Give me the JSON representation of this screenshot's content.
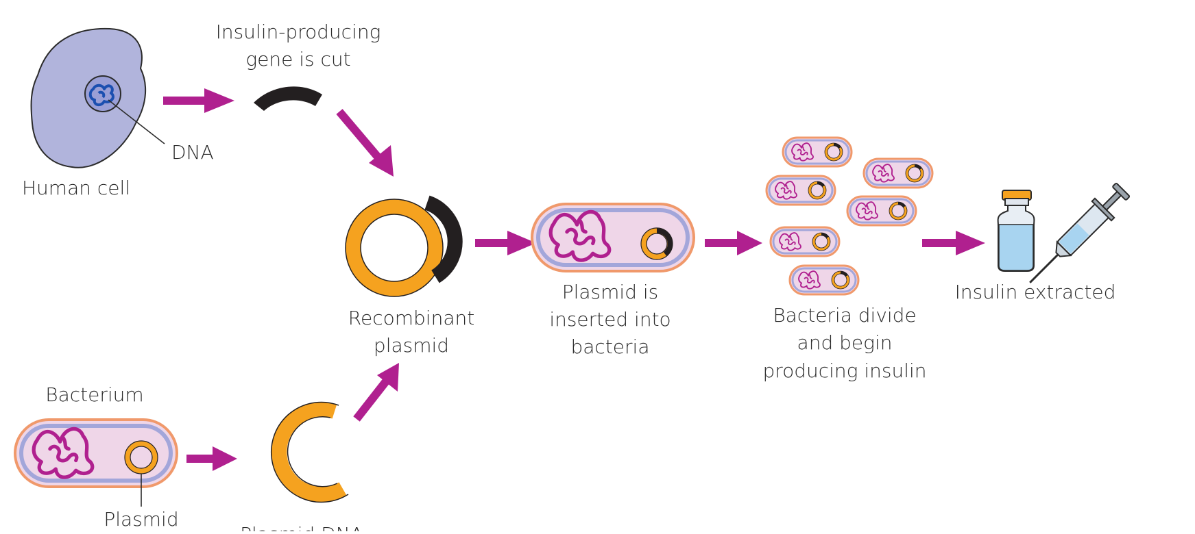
{
  "labels": {
    "human_cell": "Human cell",
    "dna": "DNA",
    "gene_cut_line1": "Insulin-producing",
    "gene_cut_line2": "gene is cut",
    "recombinant_line1": "Recombinant",
    "recombinant_line2": "plasmid",
    "inserted_line1": "Plasmid is",
    "inserted_line2": "inserted into",
    "inserted_line3": "bacteria",
    "divide_line1": "Bacteria divide",
    "divide_line2": "and begin",
    "divide_line3": "producing insulin",
    "insulin_extracted": "Insulin extracted",
    "bacterium": "Bacterium",
    "plasmid": "Plasmid",
    "plasmid_dna": "Plasmid DNA"
  },
  "colors": {
    "cell_fill": "#b1b4dc",
    "cell_outline": "#2b2b2b",
    "dna_blue": "#1b4fb0",
    "arrow_magenta": "#b0208f",
    "plasmid_orange": "#f5a21f",
    "gene_black": "#231f20",
    "bacterium_inner": "#efd6e8",
    "bacterium_membrane": "#a3a6da",
    "bacterium_outer": "#f0996b",
    "vial_liquid": "#a8d4f0",
    "vial_cap": "#f5a21f"
  },
  "icons": {
    "vial": "vial-icon",
    "syringe": "syringe-icon"
  }
}
